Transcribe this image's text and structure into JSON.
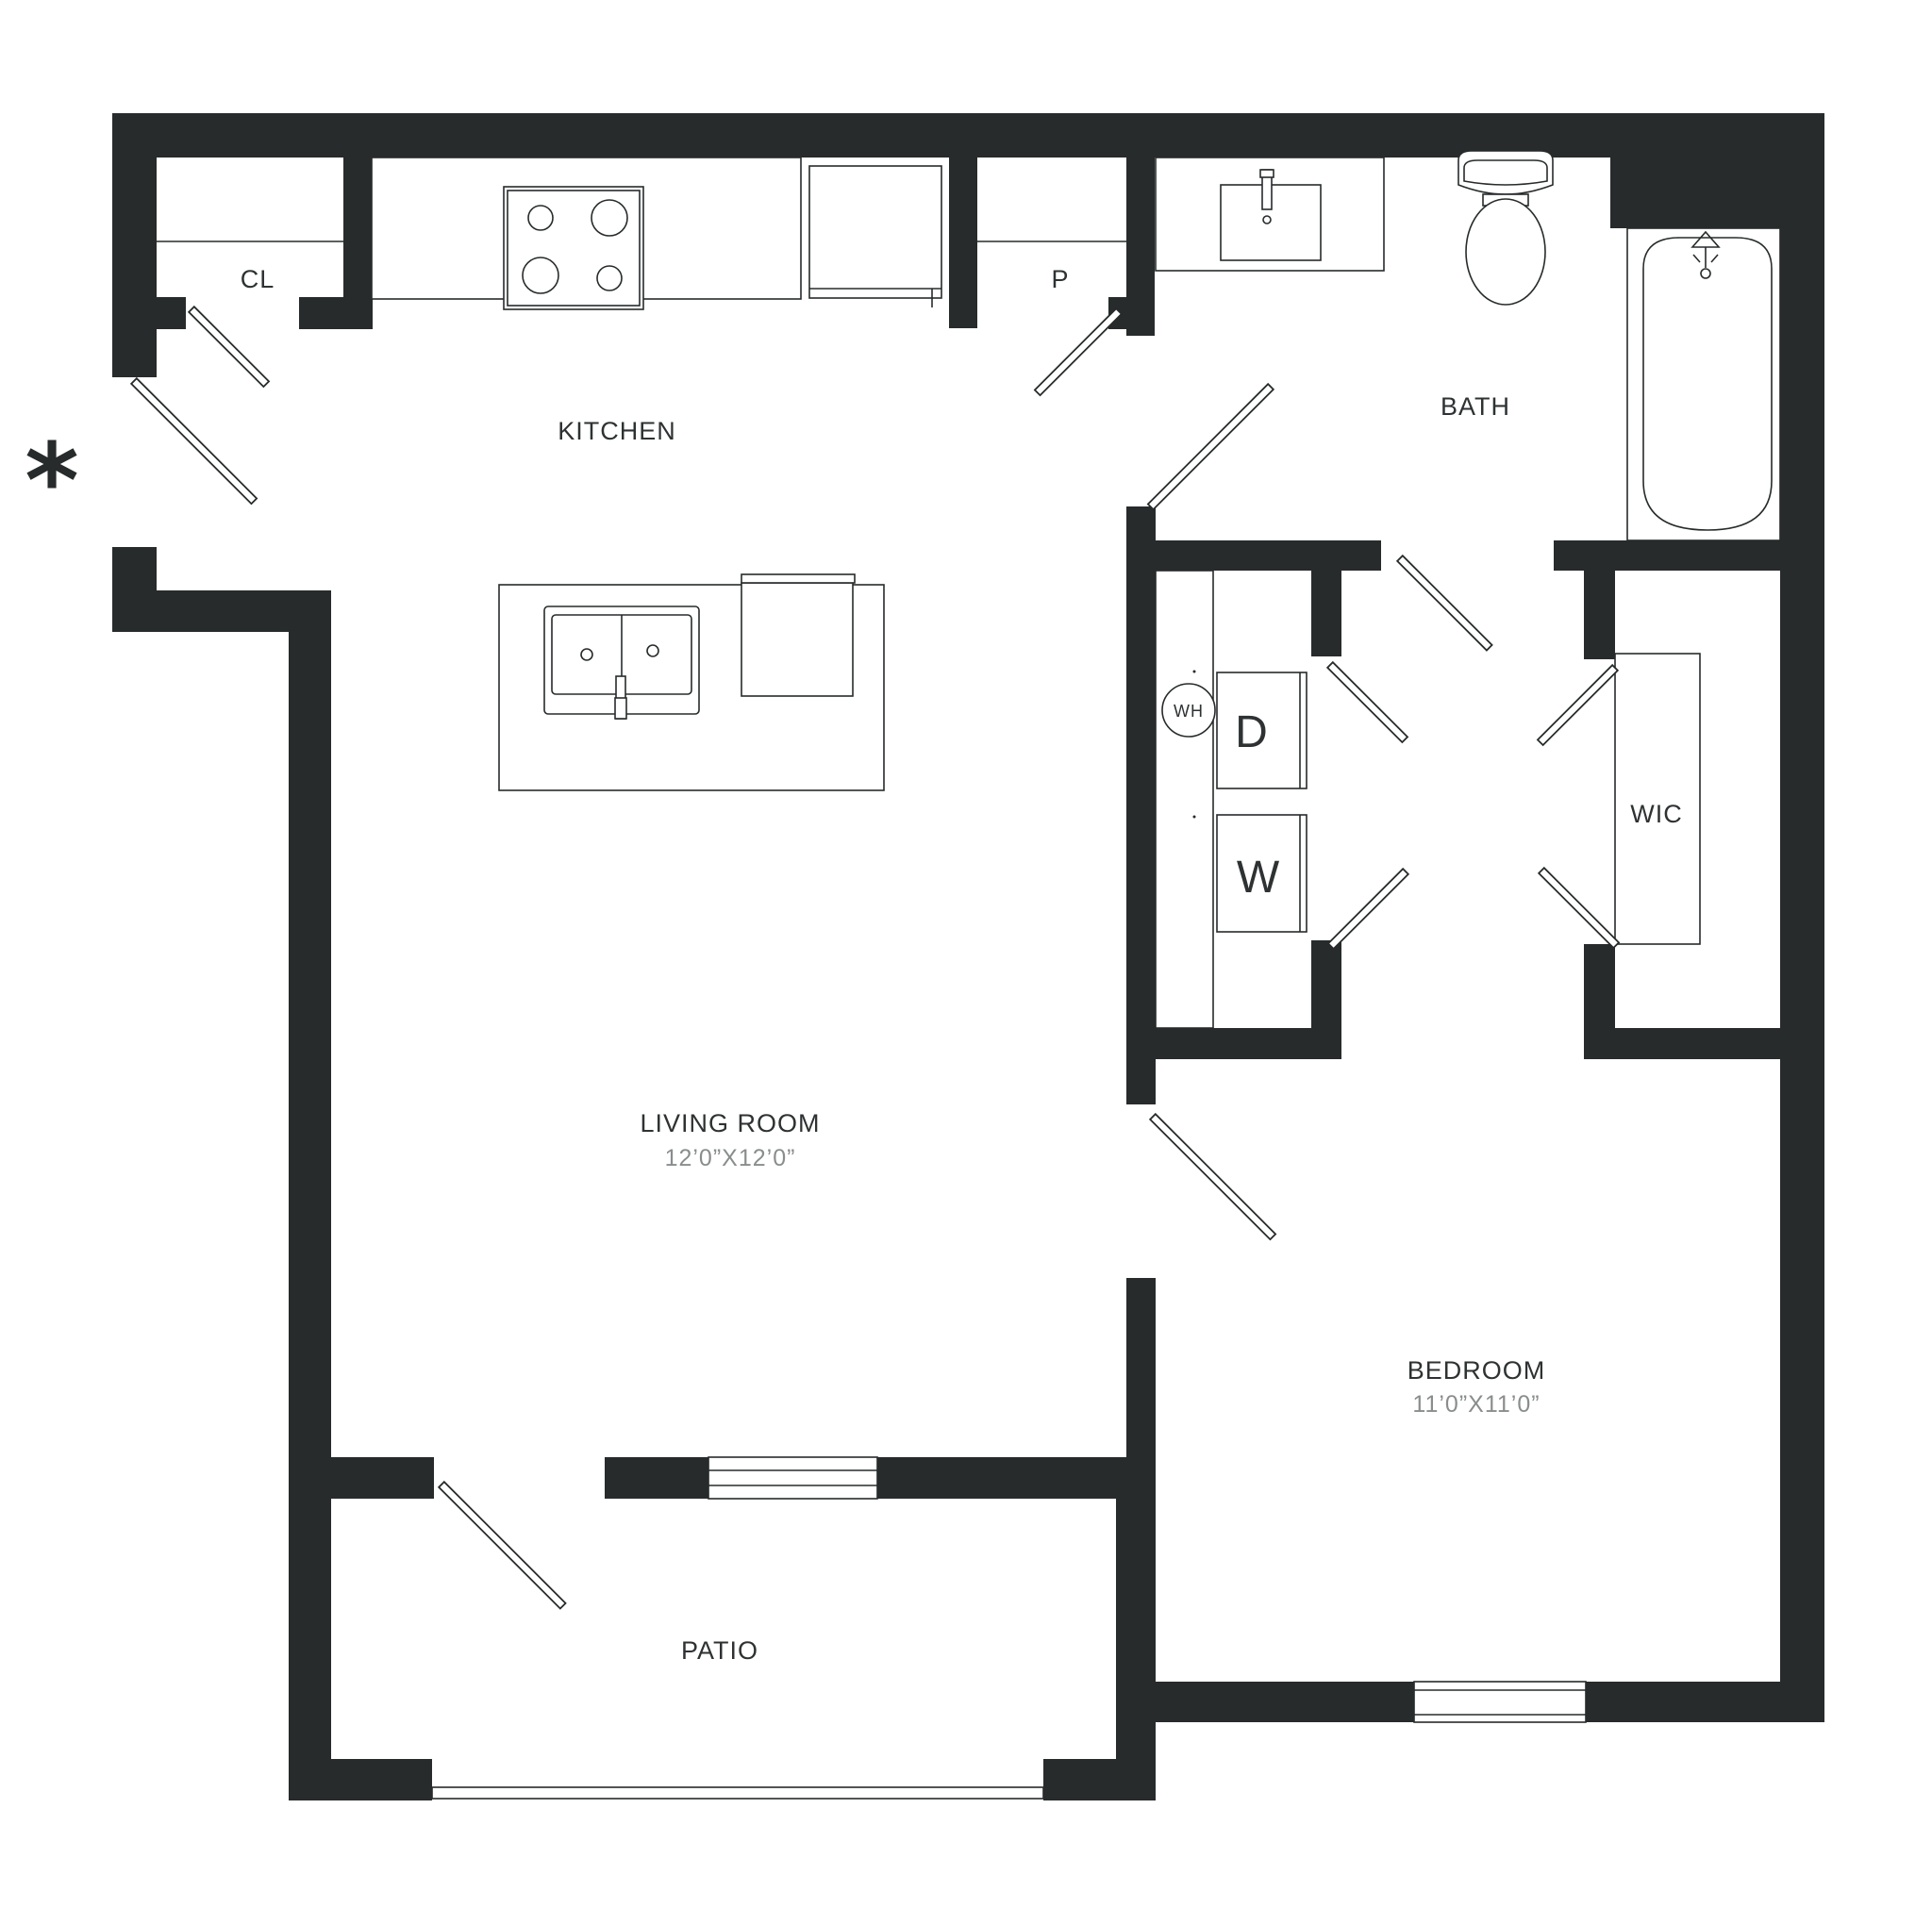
{
  "rooms": {
    "closet": "CL",
    "pantry": "P",
    "kitchen": "KITCHEN",
    "bath": "BATH",
    "living": "LIVING ROOM",
    "living_dim": "12’0”X12’0”",
    "bedroom": "BEDROOM",
    "bedroom_dim": "11’0”X11’0”",
    "wic": "WIC",
    "patio": "PATIO"
  },
  "appliances": {
    "water_heater": "WH",
    "dryer": "D",
    "washer": "W"
  },
  "entry_marker": "*",
  "colors": {
    "wall": "#272b2b",
    "background": "#ffffff",
    "dimension_text": "#8a8d8d"
  }
}
